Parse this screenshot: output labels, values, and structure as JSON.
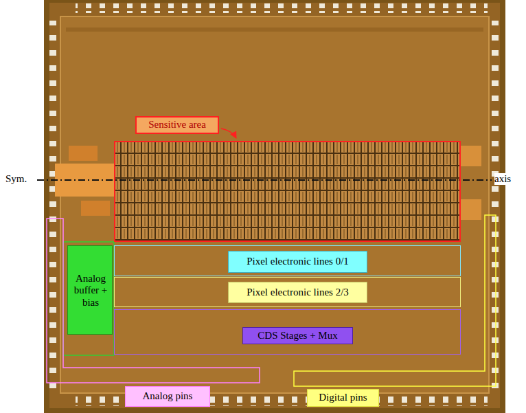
{
  "diagram": {
    "nodes": [
      {
        "text": [
          "Sensitive area"
        ]
      },
      {
        "text": [
          "Analog buffer + bias"
        ]
      },
      {
        "text": [
          "Pixel electronic lines 0/1"
        ]
      },
      {
        "text": [
          "Pixel electronic lines 2/3"
        ]
      },
      {
        "text": [
          "CDS Stages + Mux"
        ]
      },
      {
        "text": [
          "Analog pins"
        ]
      },
      {
        "text": [
          "Digital pins"
        ]
      }
    ],
    "labels": [
      "Sym.",
      "axis"
    ]
  }
}
